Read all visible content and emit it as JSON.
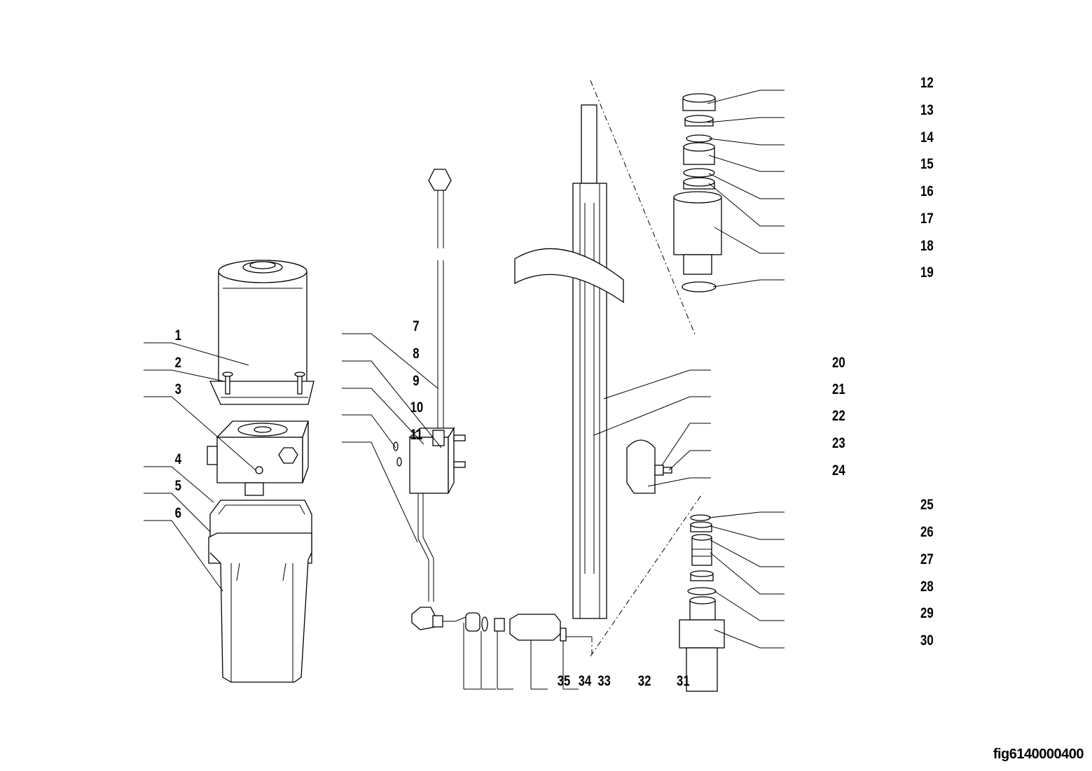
{
  "figure_id": "fig6140000400",
  "callouts": [
    "1",
    "2",
    "3",
    "4",
    "5",
    "6",
    "7",
    "8",
    "9",
    "10",
    "11",
    "12",
    "13",
    "14",
    "15",
    "16",
    "17",
    "18",
    "19",
    "20",
    "21",
    "22",
    "23",
    "24",
    "25",
    "26",
    "27",
    "28",
    "29",
    "30",
    "31",
    "32",
    "33",
    "34",
    "35"
  ]
}
